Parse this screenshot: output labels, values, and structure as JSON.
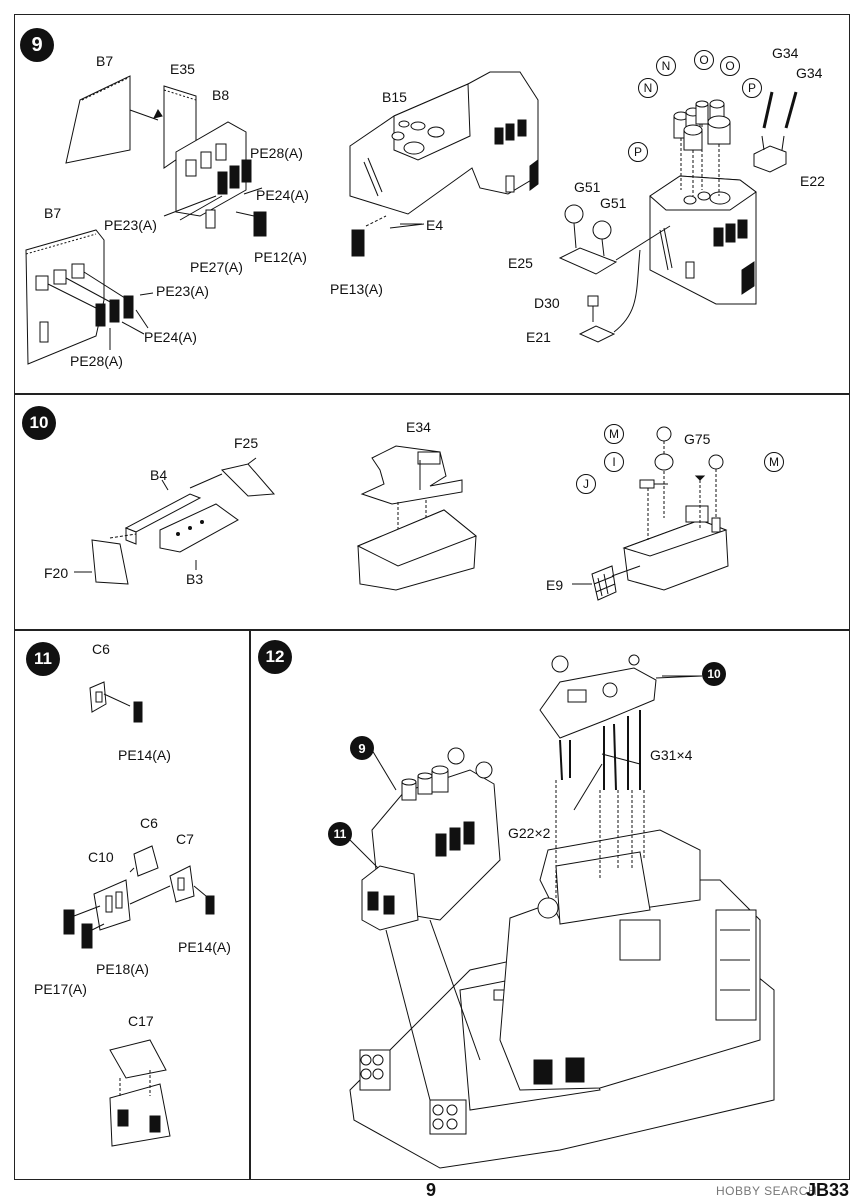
{
  "steps": {
    "s9": {
      "number": "9",
      "labels": {
        "b7_top": "B7",
        "e35": "E35",
        "b8": "B8",
        "pe28a_1": "PE28(A)",
        "pe24a_1": "PE24(A)",
        "pe23a_1": "PE23(A)",
        "pe27a": "PE27(A)",
        "pe12a": "PE12(A)",
        "b7_low": "B7",
        "pe23a_2": "PE23(A)",
        "pe24a_2": "PE24(A)",
        "pe28a_2": "PE28(A)",
        "b15": "B15",
        "e4": "E4",
        "pe13a": "PE13(A)",
        "g34_1": "G34",
        "g34_2": "G34",
        "e22": "E22",
        "g51_1": "G51",
        "g51_2": "G51",
        "e25": "E25",
        "d30": "D30",
        "e21": "E21"
      },
      "circles": {
        "n1": "N",
        "n2": "N",
        "o1": "O",
        "o2": "O",
        "p1": "P",
        "p2": "P"
      }
    },
    "s10": {
      "number": "10",
      "labels": {
        "f25": "F25",
        "b4": "B4",
        "f20": "F20",
        "b3": "B3",
        "e34": "E34",
        "g75": "G75",
        "e9": "E9"
      },
      "circles": {
        "m1": "M",
        "m2": "M",
        "i": "I",
        "j": "J"
      }
    },
    "s11": {
      "number": "11",
      "labels": {
        "c6_top": "C6",
        "pe14a_1": "PE14(A)",
        "c6": "C6",
        "c7": "C7",
        "c10": "C10",
        "pe14a_2": "PE14(A)",
        "pe18a": "PE18(A)",
        "pe17a": "PE17(A)",
        "c17": "C17"
      }
    },
    "s12": {
      "number": "12",
      "labels": {
        "g31": "G31×4",
        "g22": "G22×2"
      },
      "refs": {
        "r9": "9",
        "r10": "10",
        "r11": "11"
      }
    }
  },
  "footer": {
    "page": "9",
    "code": "JB33",
    "watermark": "HOBBY SEARCH"
  }
}
